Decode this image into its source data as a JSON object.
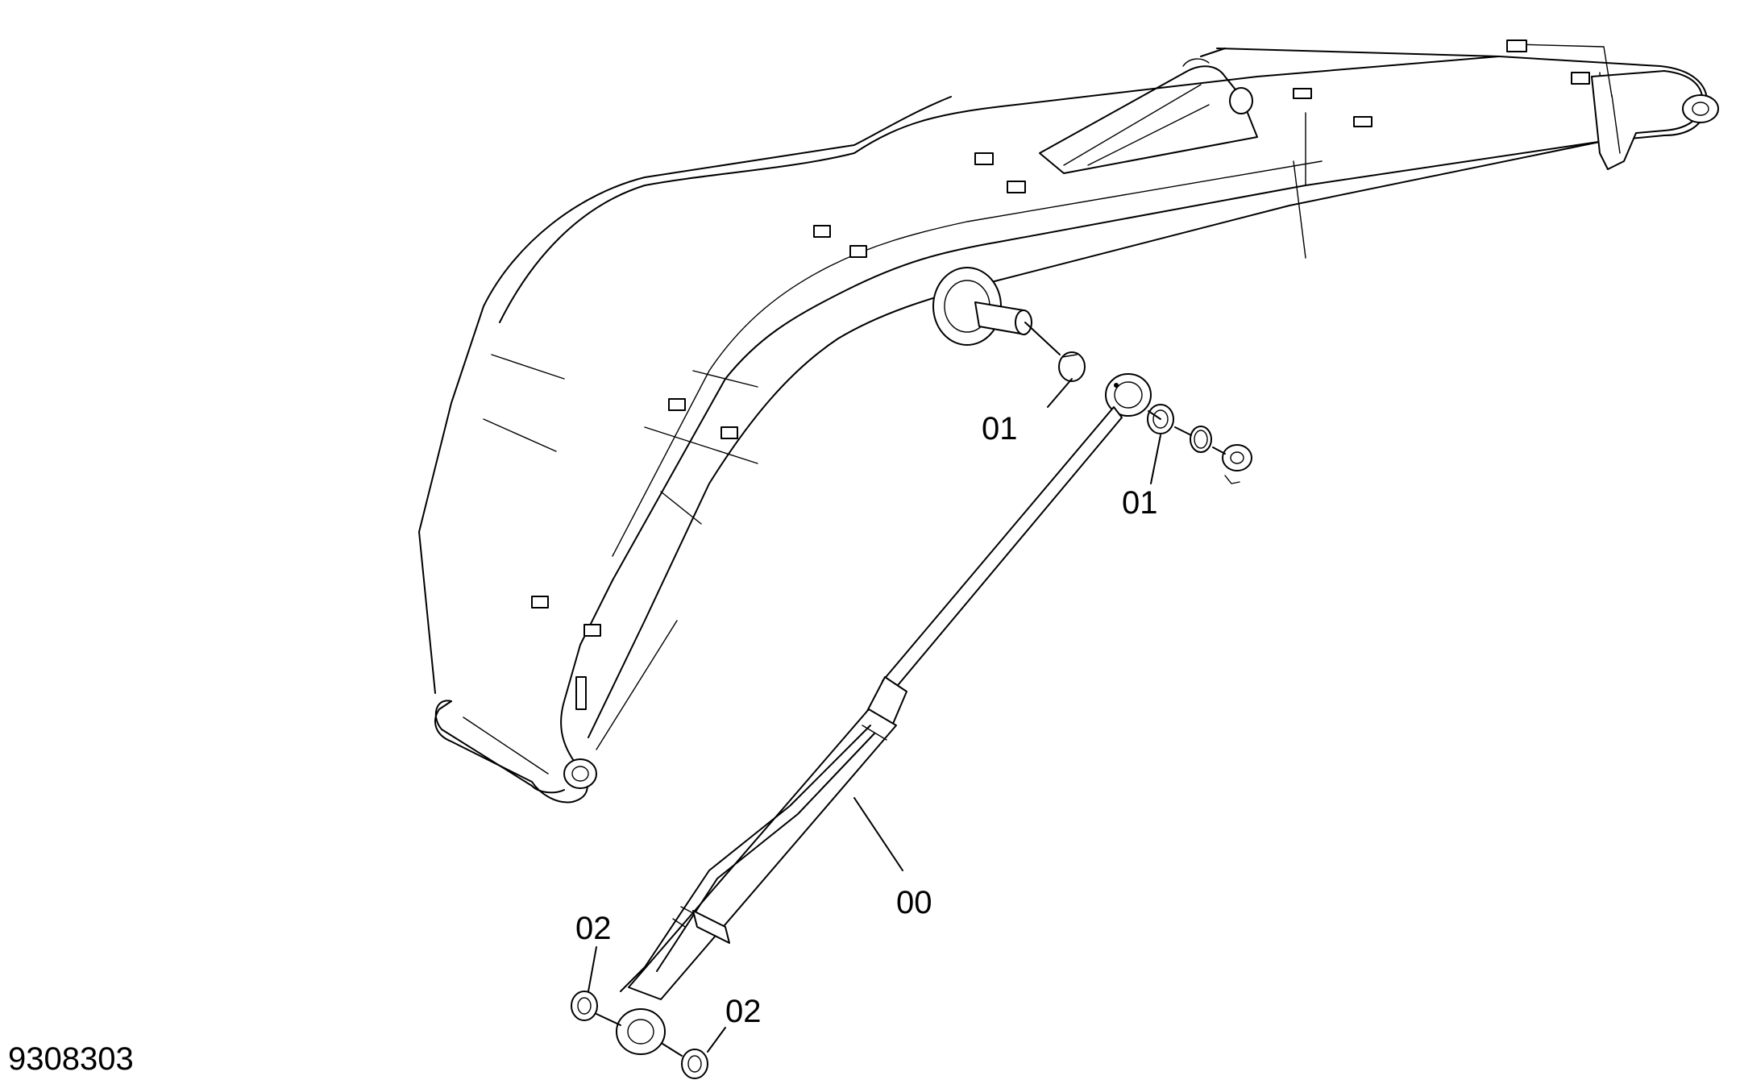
{
  "drawing_number": "9308303",
  "callouts": [
    {
      "id": "label-01-upper",
      "text": "01"
    },
    {
      "id": "label-01-lower",
      "text": "01"
    },
    {
      "id": "label-00",
      "text": "00"
    },
    {
      "id": "label-02-upper",
      "text": "02"
    },
    {
      "id": "label-02-lower",
      "text": "02"
    }
  ]
}
